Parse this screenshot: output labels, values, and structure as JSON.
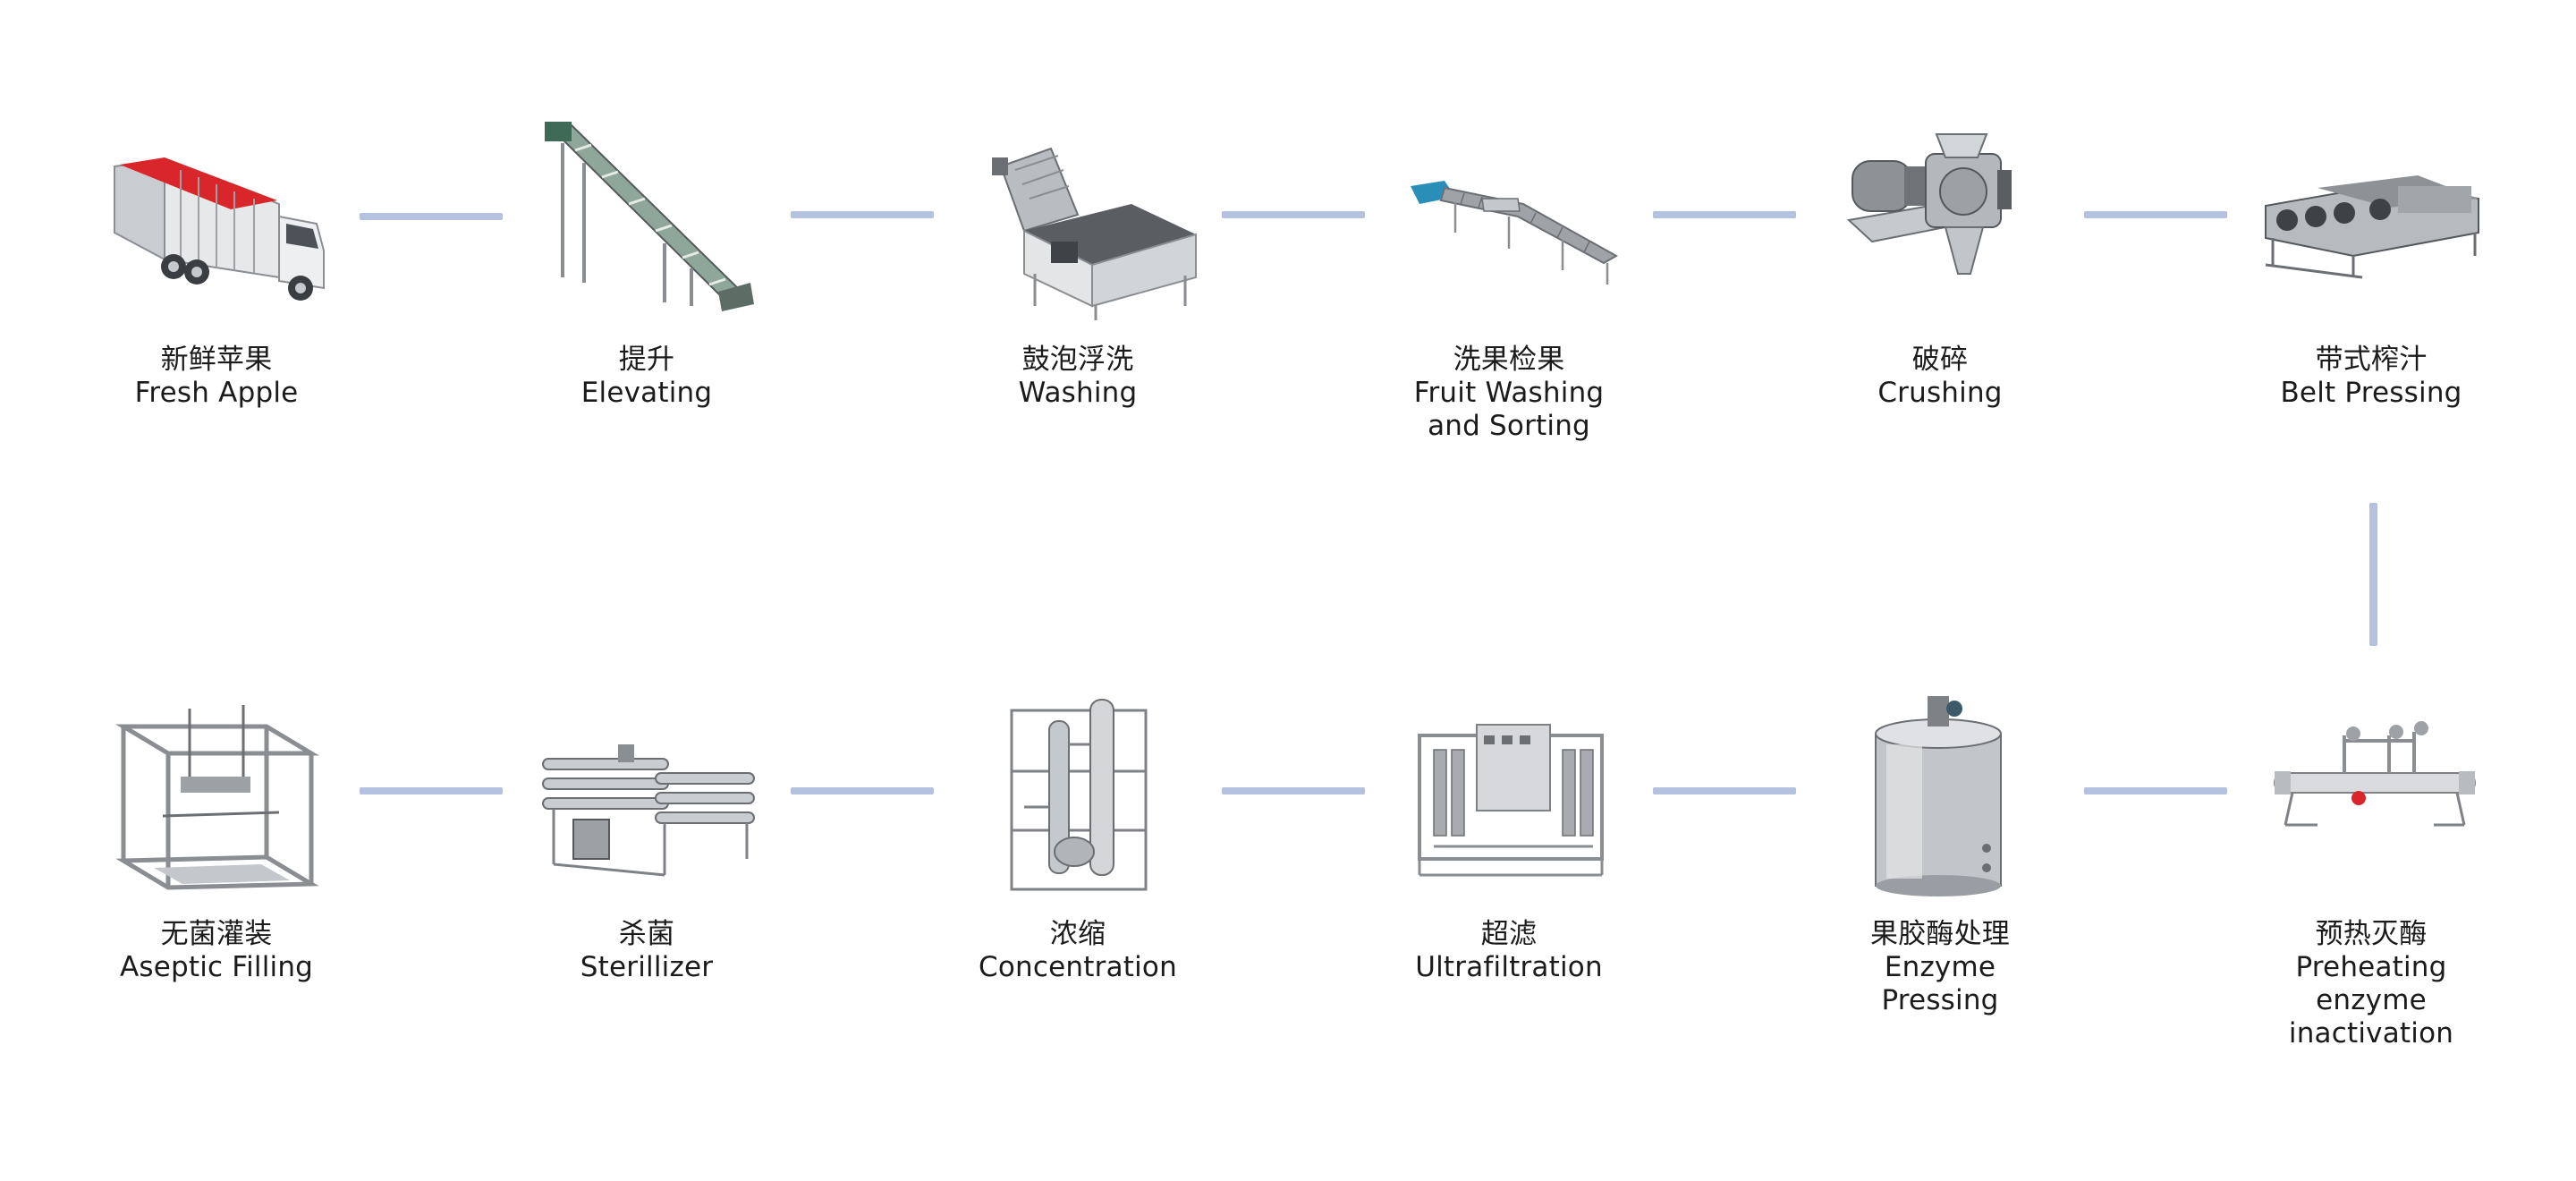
{
  "colors": {
    "connector": "#b4c2e0",
    "metal_light": "#d6d8db",
    "metal_mid": "#9a9ea4",
    "metal_dark": "#55595e",
    "apple_red": "#d8262a",
    "accent_blue": "#2a8fb8"
  },
  "steps": [
    {
      "id": "fresh-apple",
      "zh": "新鲜苹果",
      "en": [
        "Fresh Apple"
      ],
      "icon": "truck-with-apples-icon"
    },
    {
      "id": "elevating",
      "zh": "提升",
      "en": [
        "Elevating"
      ],
      "icon": "inclined-conveyor-icon"
    },
    {
      "id": "washing",
      "zh": "鼓泡浮洗",
      "en": [
        "Washing"
      ],
      "icon": "bubble-washer-icon"
    },
    {
      "id": "sorting",
      "zh": "洗果检果",
      "en": [
        "Fruit Washing",
        "and Sorting"
      ],
      "icon": "roller-sorting-line-icon"
    },
    {
      "id": "crushing",
      "zh": "破碎",
      "en": [
        "Crushing"
      ],
      "icon": "crusher-icon"
    },
    {
      "id": "belt-pressing",
      "zh": "带式榨汁",
      "en": [
        "Belt Pressing"
      ],
      "icon": "belt-press-icon"
    },
    {
      "id": "preheating",
      "zh": "预热灭酶",
      "en": [
        "Preheating",
        "enzyme",
        "inactivation"
      ],
      "icon": "tubular-heater-icon"
    },
    {
      "id": "enzyme",
      "zh": "果胶酶处理",
      "en": [
        "Enzyme",
        "Pressing"
      ],
      "icon": "enzyme-tank-icon"
    },
    {
      "id": "ultrafiltration",
      "zh": "超滤",
      "en": [
        "Ultrafiltration"
      ],
      "icon": "ultrafiltration-skid-icon"
    },
    {
      "id": "concentration",
      "zh": "浓缩",
      "en": [
        "Concentration"
      ],
      "icon": "evaporator-icon"
    },
    {
      "id": "sterilizer",
      "zh": "杀菌",
      "en": [
        "Sterillizer"
      ],
      "icon": "tube-sterilizer-icon"
    },
    {
      "id": "aseptic-filling",
      "zh": "无菌灌装",
      "en": [
        "Aseptic Filling"
      ],
      "icon": "aseptic-filler-icon"
    }
  ]
}
